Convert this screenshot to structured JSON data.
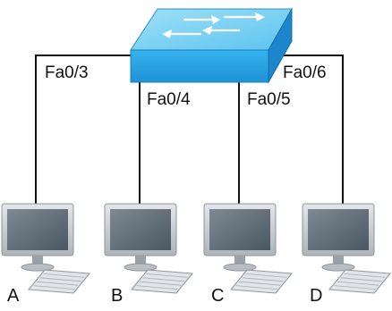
{
  "switch": {
    "name_icon": "network-switch-icon",
    "top_color": "#7fd4f5",
    "front_color": "#2aa5e6",
    "side_color": "#1b86cc"
  },
  "ports": [
    {
      "label": "Fa0/3",
      "host": "A"
    },
    {
      "label": "Fa0/4",
      "host": "B"
    },
    {
      "label": "Fa0/5",
      "host": "C"
    },
    {
      "label": "Fa0/6",
      "host": "D"
    }
  ],
  "hosts": [
    {
      "label": "A",
      "icon": "desktop-computer-icon"
    },
    {
      "label": "B",
      "icon": "desktop-computer-icon"
    },
    {
      "label": "C",
      "icon": "desktop-computer-icon"
    },
    {
      "label": "D",
      "icon": "desktop-computer-icon"
    }
  ],
  "colors": {
    "cable": "#111111",
    "monitor_bezel": "#c9ced3",
    "monitor_screen": "#5d6a74",
    "keyboard": "#e2e5e8"
  }
}
